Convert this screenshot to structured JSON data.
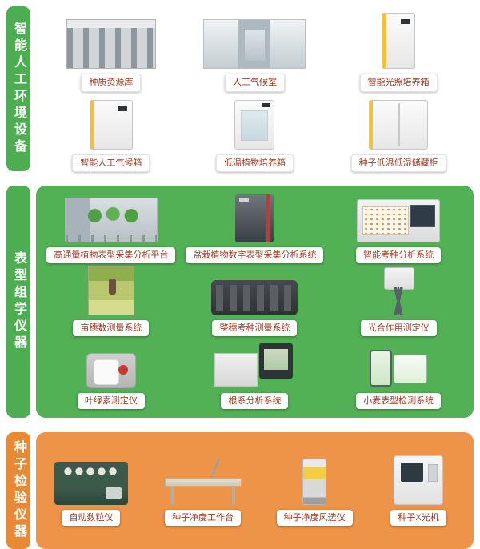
{
  "colors": {
    "green_tab": "#4cae50",
    "green_panel": "#52b055",
    "orange_tab": "#e88a33",
    "orange_panel": "#ed9448",
    "label_text": "#9c3a22",
    "label_bg": "#ffffff"
  },
  "sections": [
    {
      "tab": "智能人工环境设备",
      "theme": "green",
      "rows": [
        [
          {
            "label": "种质资源库",
            "image": "archive-shelves-photo"
          },
          {
            "label": "人工气候室",
            "image": "climate-room-corridor-photo"
          },
          {
            "label": "智能光照培养箱",
            "image": "tall-light-incubator-photo"
          }
        ],
        [
          {
            "label": "智能人工气候箱",
            "image": "climate-chamber-photo"
          },
          {
            "label": "低温植物培养箱",
            "image": "low-temp-plant-incubator-photo"
          },
          {
            "label": "种子低温低湿储藏柜",
            "image": "seed-storage-cabinet-photo"
          }
        ]
      ]
    },
    {
      "tab": "表型组学仪器",
      "theme": "green",
      "rows": [
        [
          {
            "label": "高通量植物表型采集分析平台",
            "image": "phenotype-platform-photo"
          },
          {
            "label": "盆栽植物数字表型采集分析系统",
            "image": "potted-phenotype-cabinet-photo"
          },
          {
            "label": "智能考种分析系统",
            "image": "seed-test-analyzer-photo"
          }
        ],
        [
          {
            "label": "亩穗数测量系统",
            "image": "field-ear-count-photo"
          },
          {
            "label": "整穗考种测量系统",
            "image": "ear-scanner-photo"
          },
          {
            "label": "光合作用测定仪",
            "image": "photosynthesis-meter-tripod-photo"
          }
        ],
        [
          {
            "label": "叶绿素测定仪",
            "image": "chlorophyll-meter-photo"
          },
          {
            "label": "根系分析系统",
            "image": "root-analysis-system-photo"
          },
          {
            "label": "小麦表型检测系统",
            "image": "wheat-phenotype-detector-photo"
          }
        ]
      ]
    },
    {
      "tab": "种子检验仪器",
      "theme": "orange",
      "rows": [
        [
          {
            "label": "自动数粒仪",
            "image": "automatic-seed-counter-photo"
          },
          {
            "label": "种子净度工作台",
            "image": "seed-purity-workbench-photo"
          },
          {
            "label": "种子净度风选仪",
            "image": "seed-air-separator-photo"
          },
          {
            "label": "种子X光机",
            "image": "seed-xray-machine-photo"
          }
        ]
      ]
    }
  ]
}
